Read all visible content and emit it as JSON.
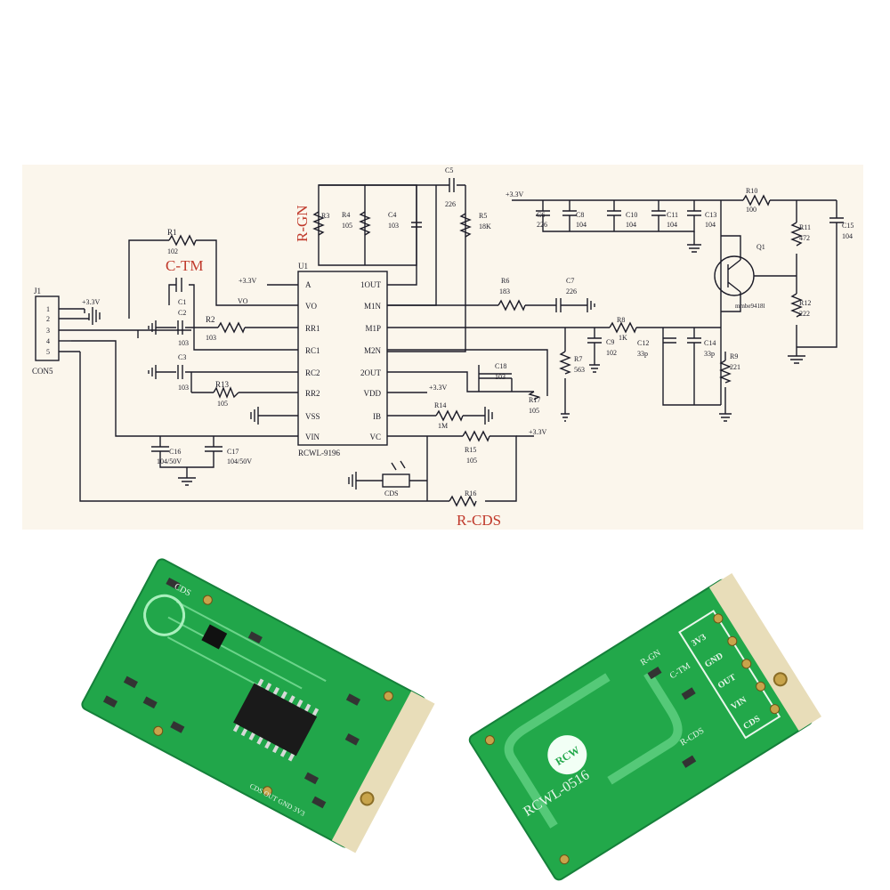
{
  "schematic": {
    "colors": {
      "wire": "#1c1c28",
      "label": "#c0392b",
      "paper": "#fbf6ec"
    },
    "highlight_labels": {
      "rgn": "R-GN",
      "ctm": "C-TM",
      "rcds": "R-CDS"
    },
    "connector": {
      "ref": "J1",
      "name": "CON5",
      "pins": [
        "1",
        "2",
        "3",
        "4",
        "5"
      ],
      "supply": "+3.3V"
    },
    "ic": {
      "ref": "U1",
      "part": "RCWL-9196",
      "left_pins": [
        "A",
        "VO",
        "RR1",
        "RC1",
        "RC2",
        "RR2",
        "VSS",
        "VIN"
      ],
      "right_pins": [
        "1OUT",
        "M1N",
        "M1P",
        "M2N",
        "2OUT",
        "VDD",
        "IB",
        "VC"
      ]
    },
    "rails": {
      "v33": "+3.3V"
    },
    "components": {
      "r1": {
        "ref": "R1",
        "value": "102"
      },
      "r2": {
        "ref": "R2",
        "value": "103"
      },
      "r3": {
        "ref": "R3",
        "value": ""
      },
      "r4": {
        "ref": "R4",
        "value": "105"
      },
      "r5": {
        "ref": "R5",
        "value": "18K"
      },
      "r6": {
        "ref": "R6",
        "value": "183"
      },
      "r7": {
        "ref": "R7",
        "value": "563"
      },
      "r8": {
        "ref": "R8",
        "value": "1K"
      },
      "r9": {
        "ref": "R9",
        "value": "221"
      },
      "r10": {
        "ref": "R10",
        "value": "100"
      },
      "r11": {
        "ref": "R11",
        "value": "472"
      },
      "r12": {
        "ref": "R12",
        "value": "222"
      },
      "r13": {
        "ref": "R13",
        "value": "105"
      },
      "r14": {
        "ref": "R14",
        "value": "1M"
      },
      "r15": {
        "ref": "R15",
        "value": "105"
      },
      "r16": {
        "ref": "R16",
        "value": ""
      },
      "r17": {
        "ref": "R17",
        "value": "105"
      },
      "c1": {
        "ref": "C1",
        "value": ""
      },
      "c2": {
        "ref": "C2",
        "value": "103"
      },
      "c3": {
        "ref": "C3",
        "value": "103"
      },
      "c4": {
        "ref": "C4",
        "value": "103"
      },
      "c5": {
        "ref": "C5",
        "value": "226"
      },
      "c6": {
        "ref": "C6",
        "value": "226"
      },
      "c7": {
        "ref": "C7",
        "value": "226"
      },
      "c8": {
        "ref": "C8",
        "value": "104"
      },
      "c9": {
        "ref": "C9",
        "value": "102"
      },
      "c10": {
        "ref": "C10",
        "value": "104"
      },
      "c11": {
        "ref": "C11",
        "value": "104"
      },
      "c12": {
        "ref": "C12",
        "value": "33p"
      },
      "c13": {
        "ref": "C13",
        "value": "104"
      },
      "c14": {
        "ref": "C14",
        "value": "33p"
      },
      "c15": {
        "ref": "C15",
        "value": "104"
      },
      "c16": {
        "ref": "C16",
        "value": "104/50V"
      },
      "c17": {
        "ref": "C17",
        "value": "104/50V"
      },
      "c18": {
        "ref": "C18",
        "value": "103"
      },
      "q1": {
        "ref": "Q1",
        "part": "mmbe9418l"
      },
      "cds": {
        "ref": "CDS"
      }
    }
  },
  "photos": {
    "left_board": {
      "silk_top": "CDS",
      "silk_bottom": "CDS OUT GND 3V3"
    },
    "right_board": {
      "model": "RCWL-0516",
      "logo": "RCW",
      "pads": [
        "3V3",
        "GND",
        "OUT",
        "VIN",
        "CDS"
      ],
      "side_labels": [
        "R-GN",
        "C-TM",
        "R-CDS"
      ]
    }
  }
}
